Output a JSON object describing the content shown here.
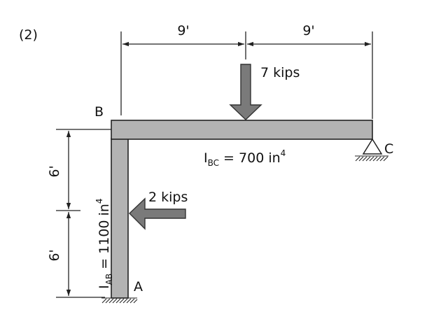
{
  "problem_number": "(2)",
  "dimensions": {
    "span_left": "9'",
    "span_right": "9'",
    "height_upper": "6'",
    "height_lower": "6'"
  },
  "nodes": {
    "a": "A",
    "b": "B",
    "c": "C"
  },
  "loads": {
    "vertical": "7 kips",
    "horizontal": "2 kips"
  },
  "inertia": {
    "bc_symbol": "I",
    "bc_sub": "BC",
    "bc_value": " = 700 in",
    "bc_exp": "4",
    "ab_symbol": "I",
    "ab_sub": "AB",
    "ab_value": " = 1100 in",
    "ab_exp": "4"
  },
  "colors": {
    "member_fill": "#b3b3b3",
    "load_fill": "#7a7a7a"
  }
}
